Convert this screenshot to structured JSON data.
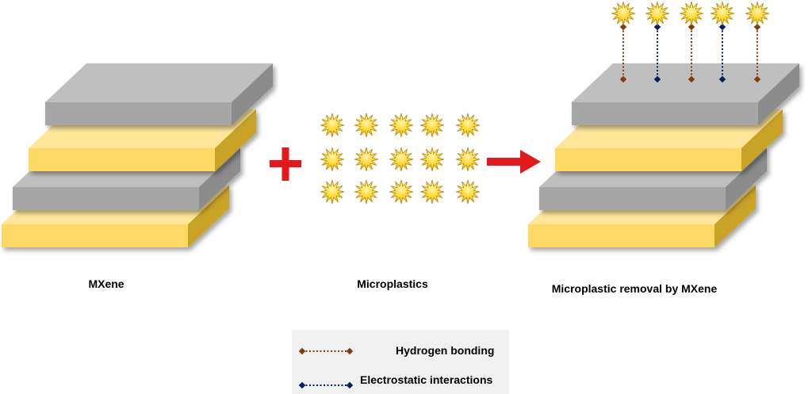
{
  "labels": {
    "mxene": "MXene",
    "microplastics": "Microplastics",
    "removal": "Microplastic removal by MXene"
  },
  "legend": {
    "hydrogen": "Hydrogen bonding",
    "electrostatic": "Electrostatic interactions"
  },
  "colors": {
    "gray_top": "#bfbfbf",
    "gray_front": "#a6a6a6",
    "gray_side": "#8c8c8c",
    "yellow_top": "#ffe699",
    "yellow_front": "#ffd966",
    "yellow_side": "#c9a227",
    "arrow_red": "#e31a1c",
    "hydrogen_line": "#843c0c",
    "electrostatic_line": "#002060",
    "star_fill": "#ffd700",
    "star_stroke": "#b8860b"
  },
  "icons": {
    "plus": "plus-icon",
    "arrow": "right-arrow-icon",
    "particle": "microplastic-star-icon"
  }
}
